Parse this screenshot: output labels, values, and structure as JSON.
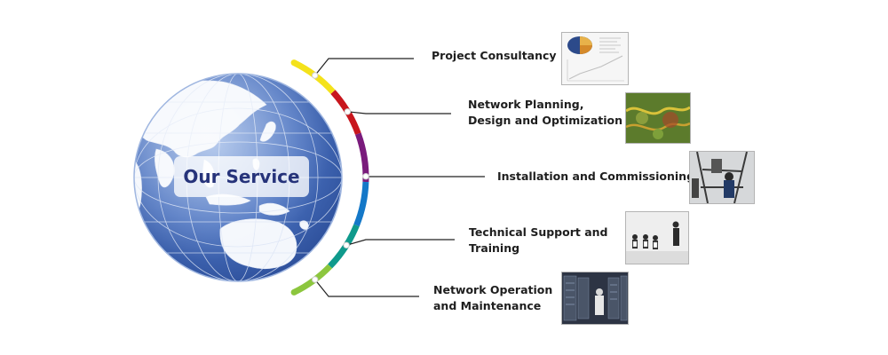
{
  "center_label": "Our Service",
  "colors": {
    "arc_segments": [
      "#f4e21b",
      "#c8161d",
      "#7a1b7c",
      "#1478c8",
      "#0f9a8c",
      "#8cc63e"
    ],
    "globe_ocean": "#4a72c0",
    "globe_land": "#f4f7fc",
    "center_text": "#26337a",
    "connector": "#222222"
  },
  "services": [
    {
      "name": "project-consultancy",
      "lines": [
        "Project Consultancy"
      ],
      "thumb": "chart-thumbnail"
    },
    {
      "name": "network-planning",
      "lines": [
        "Network Planning,",
        "Design and Optimization"
      ],
      "thumb": "map-thumbnail"
    },
    {
      "name": "installation",
      "lines": [
        "Installation and Commissioning"
      ],
      "thumb": "installation-photo"
    },
    {
      "name": "technical-support",
      "lines": [
        "Technical Support and",
        "Training"
      ],
      "thumb": "training-photo"
    },
    {
      "name": "network-operation",
      "lines": [
        "Network Operation",
        "and Maintenance"
      ],
      "thumb": "server-room-photo"
    }
  ]
}
